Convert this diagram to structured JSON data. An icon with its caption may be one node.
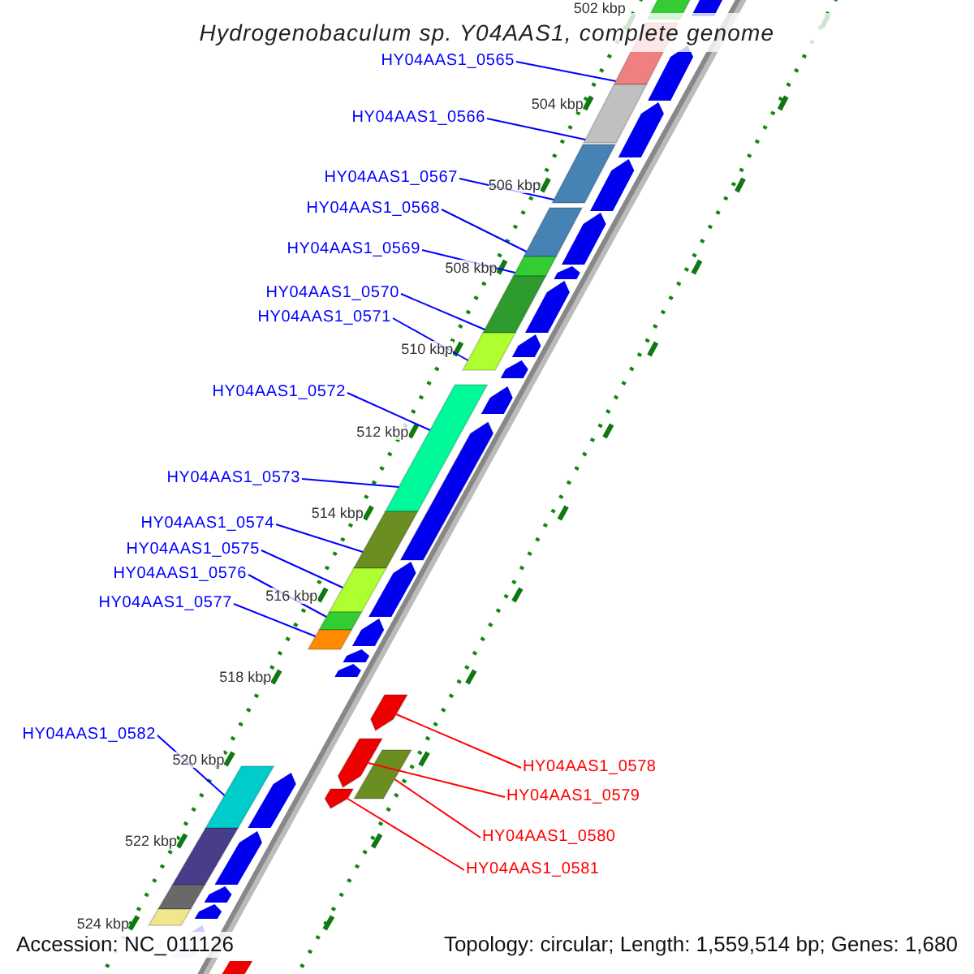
{
  "diagram": {
    "title": "Hydrogenobaculum sp. Y04AAS1, complete genome",
    "nodes": [
      {
        "text": [
          "HY04AAS1_0565"
        ]
      },
      {
        "text": [
          "HY04AAS1_0566"
        ]
      },
      {
        "text": [
          "HY04AAS1_0567"
        ]
      },
      {
        "text": [
          "HY04AAS1_0568"
        ]
      },
      {
        "text": [
          "HY04AAS1_0569"
        ]
      },
      {
        "text": [
          "HY04AAS1_0570"
        ]
      },
      {
        "text": [
          "HY04AAS1_0571"
        ]
      },
      {
        "text": [
          "HY04AAS1_0572"
        ]
      },
      {
        "text": [
          "HY04AAS1_0573"
        ]
      },
      {
        "text": [
          "HY04AAS1_0574"
        ]
      },
      {
        "text": [
          "HY04AAS1_0575"
        ]
      },
      {
        "text": [
          "HY04AAS1_0576"
        ]
      },
      {
        "text": [
          "HY04AAS1_0577"
        ]
      },
      {
        "text": [
          "HY04AAS1_0582"
        ]
      },
      {
        "text": [
          "HY04AAS1_0578"
        ]
      },
      {
        "text": [
          "HY04AAS1_0579"
        ]
      },
      {
        "text": [
          "HY04AAS1_0580"
        ]
      },
      {
        "text": [
          "HY04AAS1_0581"
        ]
      },
      {
        "text": [],
        "shape": "bar"
      },
      {
        "text": [],
        "shape": "bar"
      },
      {
        "text": [],
        "shape": "bar"
      },
      {
        "text": [],
        "shape": "bar"
      },
      {
        "text": [],
        "shape": "bar"
      },
      {
        "text": [],
        "shape": "bar"
      },
      {
        "text": [],
        "shape": "bar"
      },
      {
        "text": [],
        "shape": "bar"
      },
      {
        "text": [],
        "shape": "bar"
      },
      {
        "text": [],
        "shape": "bar"
      },
      {
        "text": [],
        "shape": "bar"
      },
      {
        "text": [],
        "shape": "bar"
      },
      {
        "text": [],
        "shape": "bar"
      },
      {
        "text": [],
        "shape": "pentagon"
      },
      {
        "text": [],
        "shape": "pentagon"
      },
      {
        "text": [],
        "shape": "bar"
      },
      {
        "text": [],
        "shape": "pentagon"
      },
      {
        "text": [],
        "shape": "pentagon"
      }
    ],
    "edges": [
      {
        "from": 0,
        "to": 18,
        "arrow": "none"
      },
      {
        "from": 1,
        "to": 19,
        "arrow": "none"
      },
      {
        "from": 2,
        "to": 20,
        "arrow": "none"
      },
      {
        "from": 3,
        "to": 21,
        "arrow": "none"
      },
      {
        "from": 4,
        "to": 22,
        "arrow": "none"
      },
      {
        "from": 5,
        "to": 23,
        "arrow": "none"
      },
      {
        "from": 6,
        "to": 24,
        "arrow": "none"
      },
      {
        "from": 7,
        "to": 25,
        "arrow": "none"
      },
      {
        "from": 8,
        "to": 25,
        "arrow": "none"
      },
      {
        "from": 9,
        "to": 26,
        "arrow": "none"
      },
      {
        "from": 10,
        "to": 27,
        "arrow": "none"
      },
      {
        "from": 11,
        "to": 28,
        "arrow": "none"
      },
      {
        "from": 12,
        "to": 29,
        "arrow": "none"
      },
      {
        "from": 13,
        "to": 30,
        "arrow": "none"
      },
      {
        "from": 14,
        "to": 31,
        "arrow": "none",
        "color": "#ff0000"
      },
      {
        "from": 15,
        "to": 32,
        "arrow": "none",
        "color": "#ff0000"
      },
      {
        "from": 16,
        "to": 33,
        "arrow": "none",
        "color": "#ff0000"
      },
      {
        "from": 17,
        "to": 34,
        "arrow": "none",
        "color": "#ff0000"
      }
    ],
    "labels": [
      "502 kbp",
      "504 kbp",
      "506 kbp",
      "508 kbp",
      "510 kbp",
      "512 kbp",
      "514 kbp",
      "516 kbp",
      "518 kbp",
      "520 kbp",
      "522 kbp",
      "524 kbp",
      "Accession: NC_011126",
      "Topology: circular; Length: 1,559,514 bp; Genes: 1,680"
    ]
  }
}
